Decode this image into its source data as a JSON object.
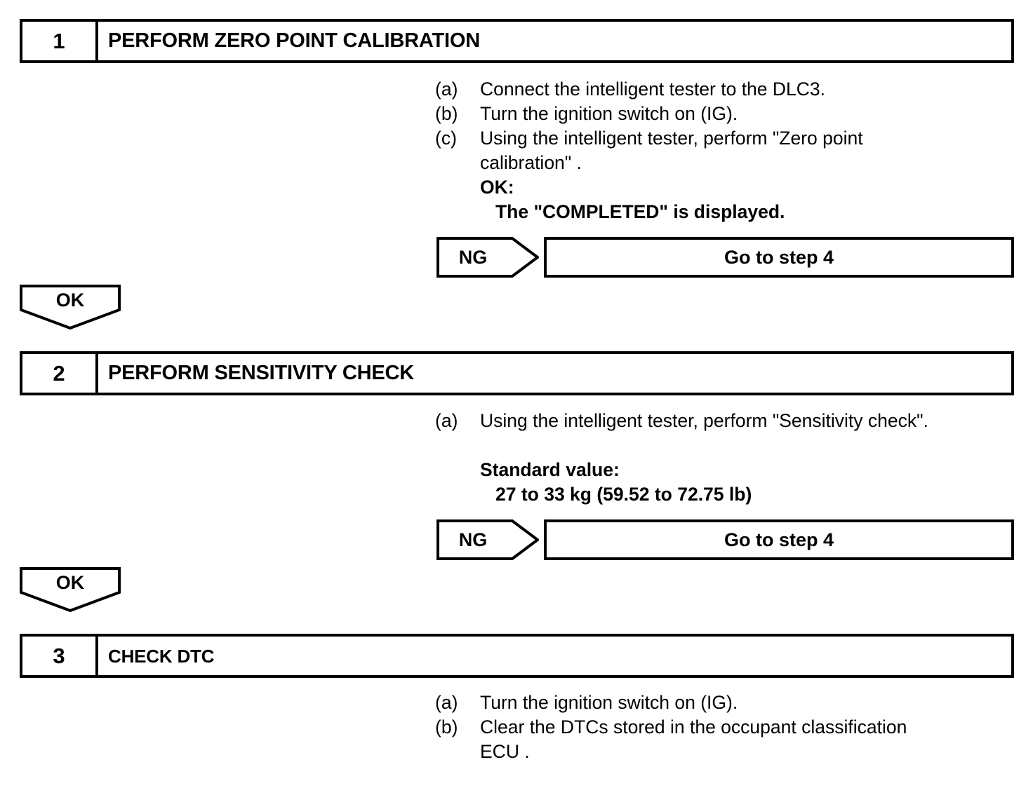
{
  "steps": [
    {
      "number": "1",
      "title": "PERFORM ZERO POINT CALIBRATION",
      "instructions": [
        {
          "marker": "(a)",
          "text": "Connect the intelligent tester to the DLC3."
        },
        {
          "marker": "(b)",
          "text": "Turn the ignition switch on (IG)."
        },
        {
          "marker": "(c)",
          "text": "Using the intelligent tester, perform \"Zero point"
        },
        {
          "continuation": "calibration\" ."
        }
      ],
      "ok_heading": "OK:",
      "ok_detail": "The \"COMPLETED\" is displayed.",
      "ng_label": "NG",
      "ng_result": "Go to step 4",
      "ok_tag": "OK"
    },
    {
      "number": "2",
      "title": "PERFORM SENSITIVITY CHECK",
      "instructions": [
        {
          "marker": "(a)",
          "text": "Using the intelligent tester, perform \"Sensitivity check\"."
        }
      ],
      "standard_heading": "Standard value:",
      "standard_value": "27 to 33 kg (59.52 to 72.75 lb)",
      "ng_label": "NG",
      "ng_result": "Go to step 4",
      "ok_tag": "OK"
    },
    {
      "number": "3",
      "title": "CHECK DTC",
      "instructions": [
        {
          "marker": "(a)",
          "text": "Turn the ignition switch on (IG)."
        },
        {
          "marker": "(b)",
          "text": "Clear the DTCs stored in the occupant classification"
        },
        {
          "continuation": "ECU ."
        }
      ]
    }
  ],
  "colors": {
    "line": "#000000",
    "background": "#ffffff"
  }
}
